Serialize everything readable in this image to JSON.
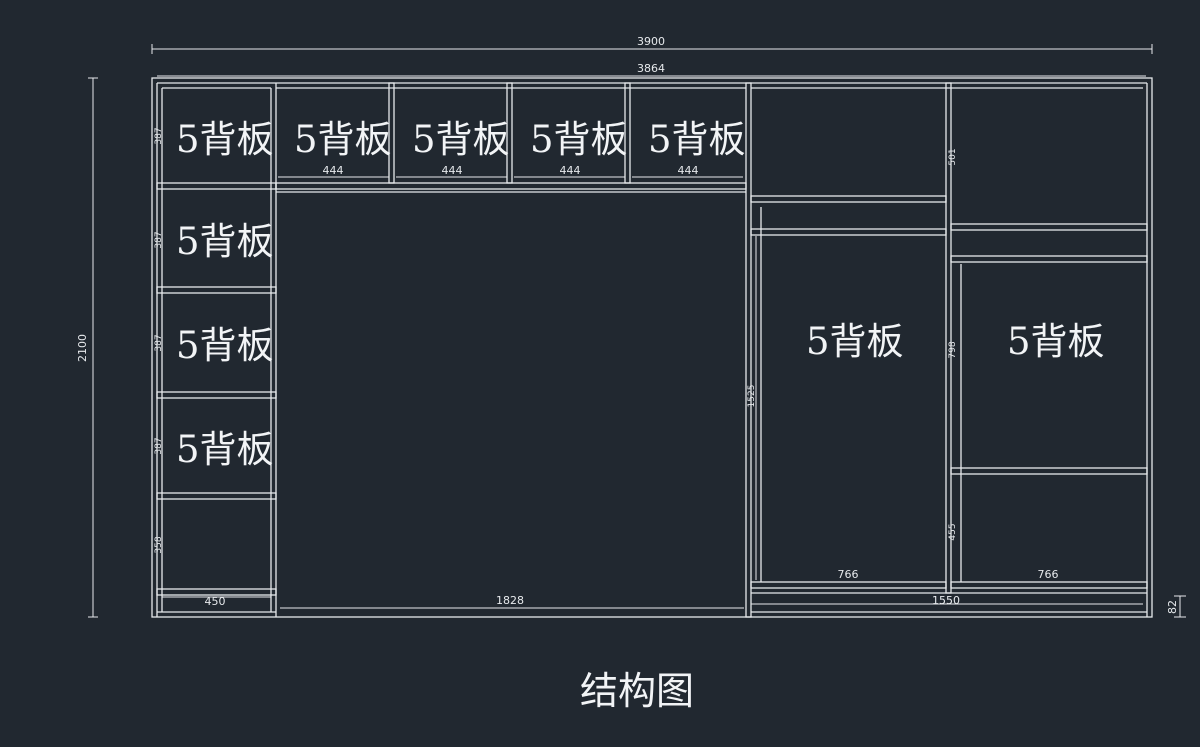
{
  "title": "结构图",
  "overall_width": "3900",
  "inner_width": "3864",
  "overall_height": "2100",
  "base_height": "82",
  "left_column": {
    "width": "450",
    "shelf_heights": [
      "387",
      "387",
      "387",
      "387",
      "358"
    ]
  },
  "top_cubbies": {
    "widths": [
      "444",
      "444",
      "444",
      "444"
    ],
    "height": "387"
  },
  "middle_opening": {
    "width": "1828"
  },
  "right_section": {
    "width": "1550",
    "left_bay_width": "766",
    "right_bay_width": "766",
    "hanging_height": "1525",
    "top_compartment_height": "501",
    "middle_compartment_height": "798",
    "bottom_compartment_height": "455"
  },
  "panel_label": "5背板"
}
